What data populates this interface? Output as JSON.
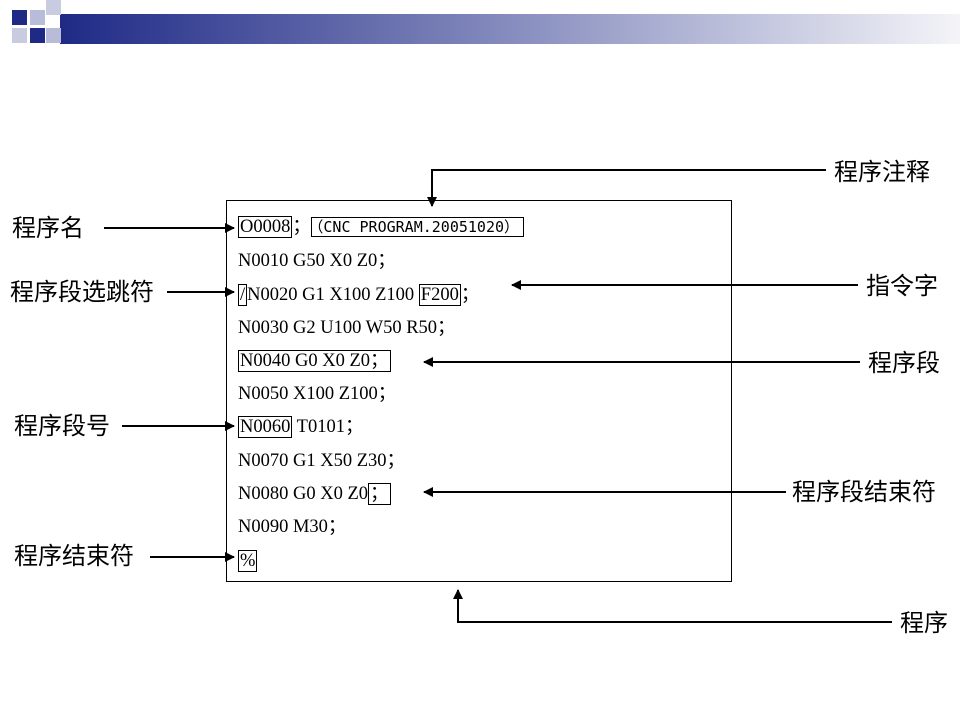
{
  "program": {
    "lines": [
      {
        "key": "l1",
        "parts": [
          {
            "t": "O0008",
            "boxed": true,
            "name": "program-name-token"
          },
          {
            "t": "；",
            "boxed": false
          },
          {
            "t": "（CNC PROGRAM.20051020）",
            "boxed": true,
            "name": "program-comment-token",
            "mono": true
          }
        ]
      },
      {
        "key": "l2",
        "parts": [
          {
            "t": "N0010 G50 X0 Z0；",
            "boxed": false
          }
        ]
      },
      {
        "key": "l3",
        "parts": [
          {
            "t": "/",
            "boxed": true,
            "name": "block-skip-token"
          },
          {
            "t": "N0020 G1 X100 Z100 ",
            "boxed": false
          },
          {
            "t": "F200",
            "boxed": true,
            "name": "word-token"
          },
          {
            "t": "；",
            "boxed": false
          }
        ]
      },
      {
        "key": "l4",
        "parts": [
          {
            "t": "N0030 G2 U100 W50 R50；",
            "boxed": false
          }
        ]
      },
      {
        "key": "l5",
        "parts": [
          {
            "t": "N0040 G0 X0 Z0；",
            "boxed": true,
            "name": "block-token"
          }
        ]
      },
      {
        "key": "l6",
        "parts": [
          {
            "t": "N0050 X100 Z100；",
            "boxed": false
          }
        ]
      },
      {
        "key": "l7",
        "parts": [
          {
            "t": "N0060",
            "boxed": true,
            "name": "block-number-token"
          },
          {
            "t": " T0101；",
            "boxed": false
          }
        ]
      },
      {
        "key": "l8",
        "parts": [
          {
            "t": "N0070 G1 X50 Z30；",
            "boxed": false
          }
        ]
      },
      {
        "key": "l9",
        "parts": [
          {
            "t": "N0080 G0 X0 Z0",
            "boxed": false
          },
          {
            "t": "；",
            "boxed": true,
            "name": "end-of-block-token"
          }
        ]
      },
      {
        "key": "l10",
        "parts": [
          {
            "t": "N0090 M30；",
            "boxed": false
          }
        ]
      },
      {
        "key": "l11",
        "parts": [
          {
            "t": "%",
            "boxed": true,
            "name": "end-of-program-token"
          }
        ]
      }
    ]
  },
  "labels": {
    "program_name": "程序名",
    "block_skip": "程序段选跳符",
    "block_number": "程序段号",
    "program_end": "程序结束符",
    "program_comment": "程序注释",
    "word": "指令字",
    "block": "程序段",
    "end_of_block": "程序段结束符",
    "program": "程序"
  },
  "colors": {
    "banner_dark": "#1f2a86",
    "banner_light": "#e6e7f0"
  }
}
